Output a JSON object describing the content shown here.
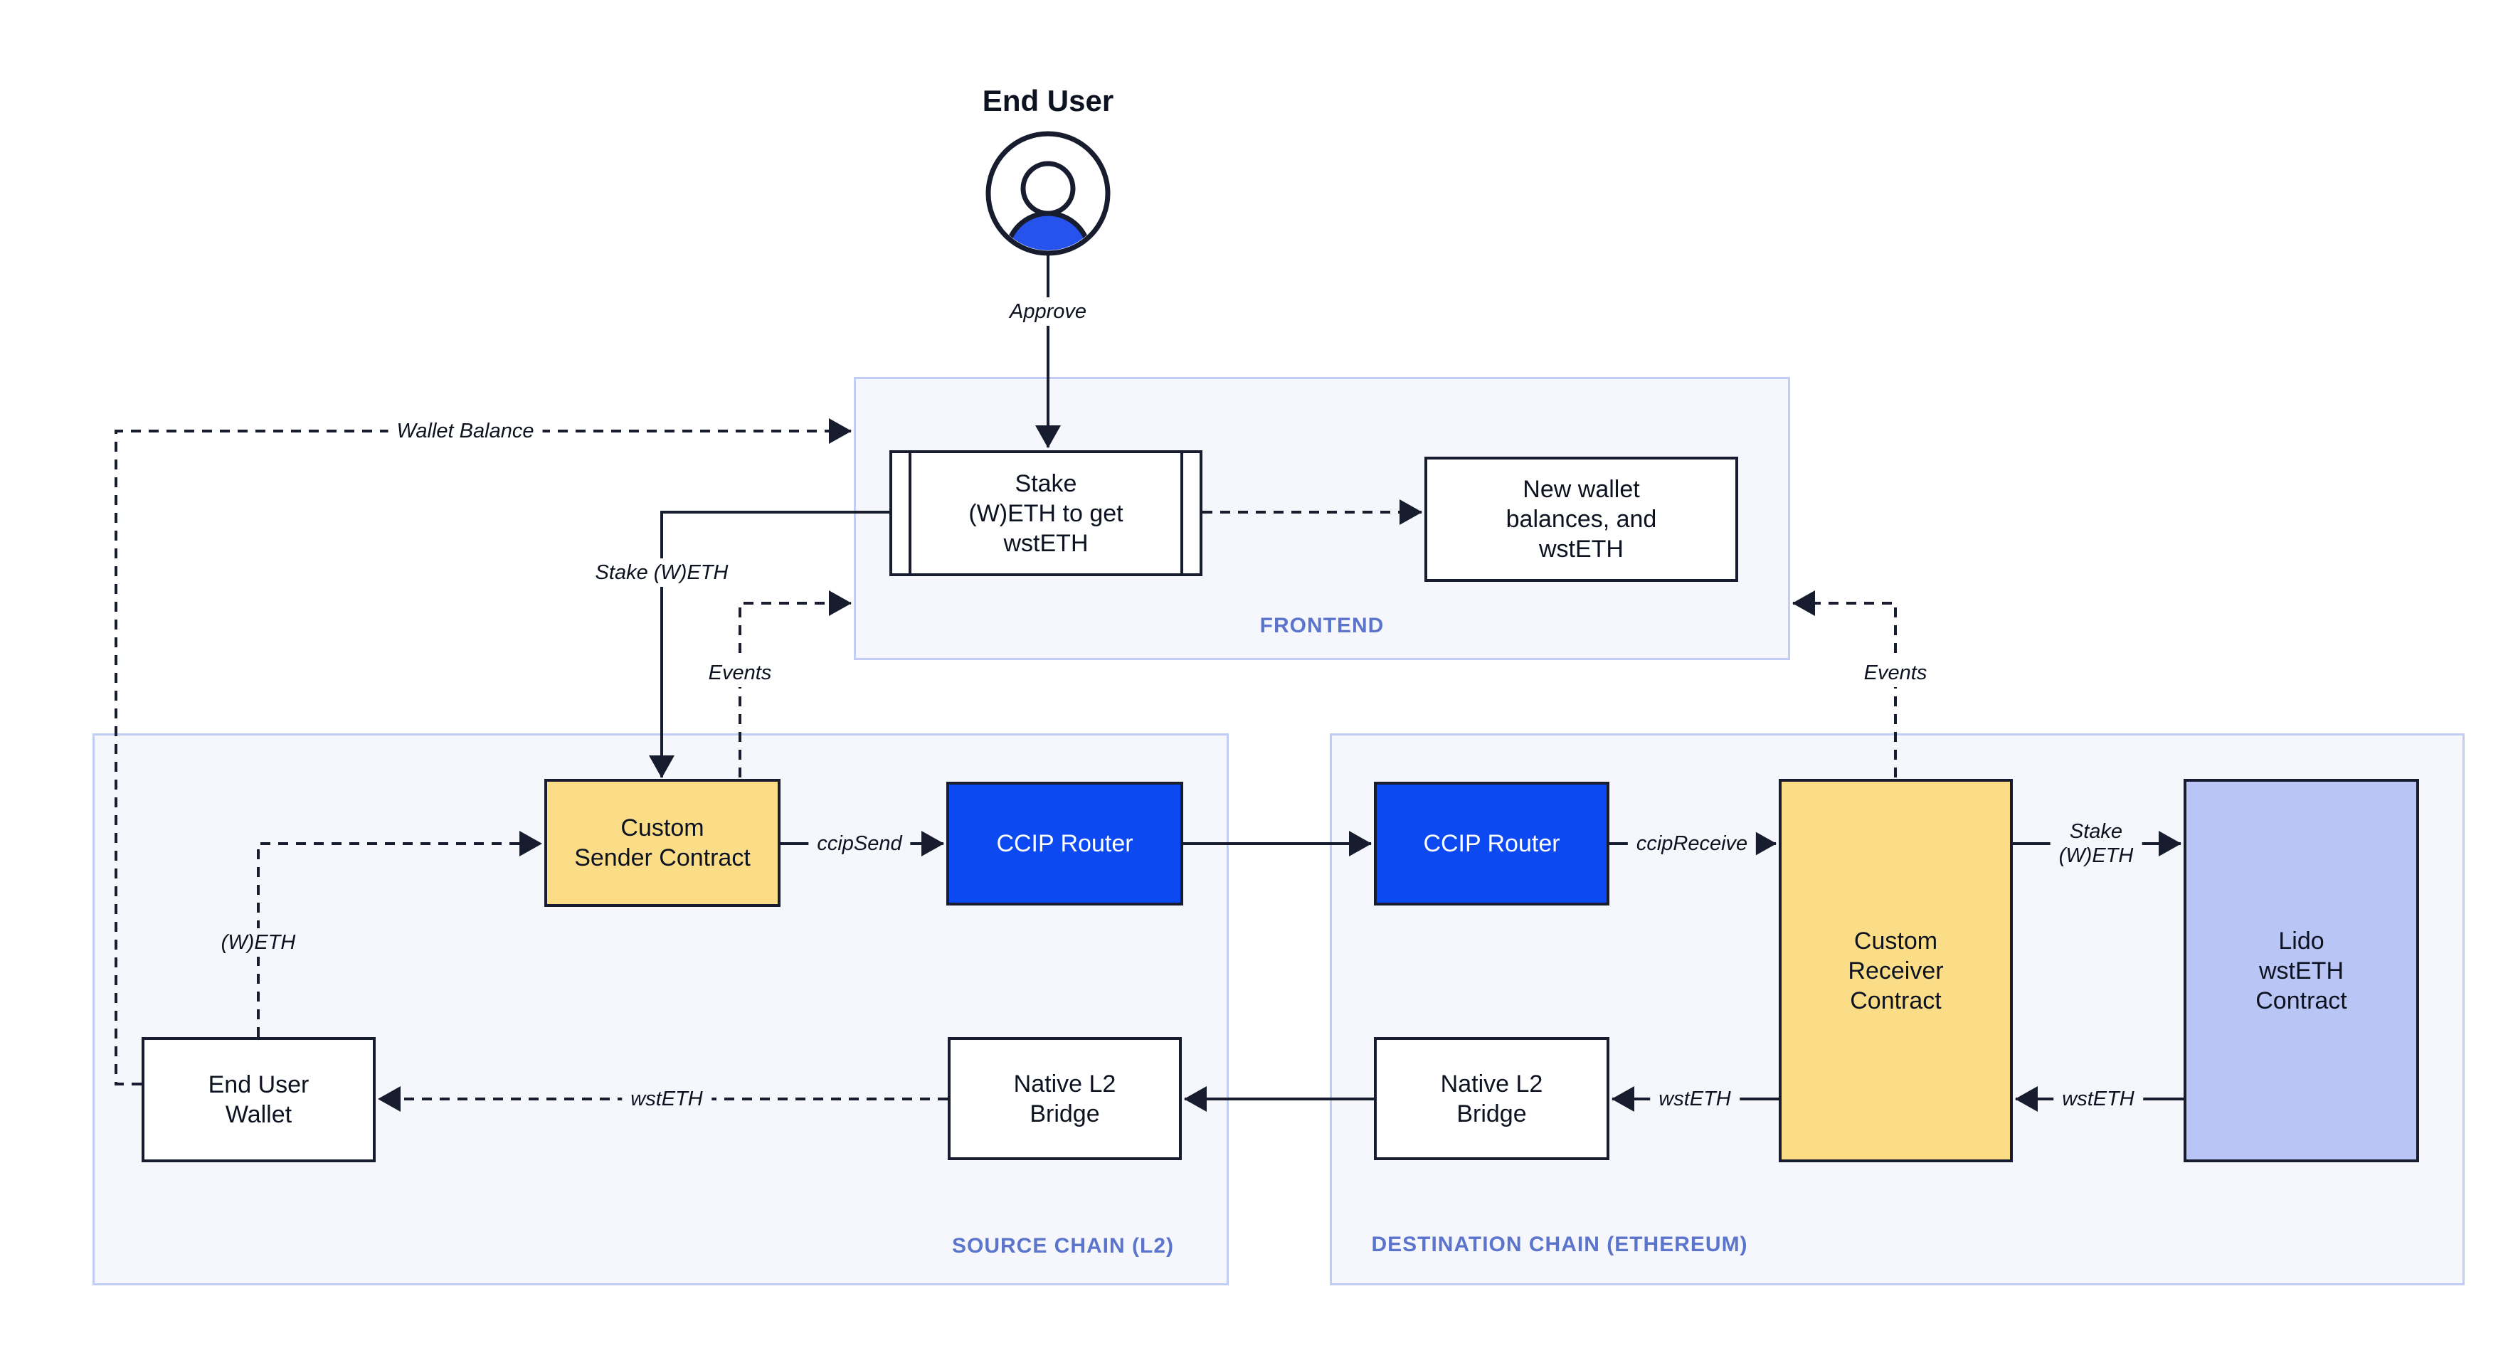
{
  "actor": {
    "title": "End User"
  },
  "containers": {
    "frontend": {
      "label": "FRONTEND"
    },
    "source": {
      "label": "SOURCE CHAIN (L2)"
    },
    "destination": {
      "label": "DESTINATION CHAIN (ETHEREUM)"
    }
  },
  "nodes": {
    "stake_box": {
      "text": "Stake\n(W)ETH to get\nwstETH"
    },
    "new_wallet": {
      "text": "New wallet\nbalances, and\nwstETH"
    },
    "custom_sender": {
      "text": "Custom\nSender Contract"
    },
    "ccip_router_source": {
      "text": "CCIP Router"
    },
    "end_user_wallet": {
      "text": "End User\nWallet"
    },
    "native_bridge_source": {
      "text": "Native L2\nBridge"
    },
    "ccip_router_destination": {
      "text": "CCIP Router"
    },
    "custom_receiver": {
      "text": "Custom\nReceiver\nContract"
    },
    "lido_contract": {
      "text": "Lido\nwstETH\nContract"
    },
    "native_bridge_destination": {
      "text": "Native L2\nBridge"
    }
  },
  "edges": {
    "approve": {
      "label": "Approve"
    },
    "wallet_balance": {
      "label": "Wallet Balance"
    },
    "stake_weth": {
      "label": "Stake (W)ETH"
    },
    "events_left": {
      "label": "Events"
    },
    "events_right": {
      "label": "Events"
    },
    "ccip_send": {
      "label": "ccipSend"
    },
    "ccip_receive": {
      "label": "ccipReceive"
    },
    "weth": {
      "label": "(W)ETH"
    },
    "wsteth_bridge_to_wallet": {
      "label": "wstETH"
    },
    "stake_weth_right": {
      "label": "Stake\n(W)ETH"
    },
    "wsteth_lido_to_receiver": {
      "label": "wstETH"
    },
    "wsteth_receiver_to_bridge": {
      "label": "wstETH"
    }
  },
  "colors": {
    "dark": "#171d2e",
    "primary_blue": "#0d49f0",
    "icon_blue": "#2553eb",
    "node_yellow": "#fbdd88",
    "node_periwinkle": "#b9c5f4",
    "container_fill": "#f6f7fc",
    "container_border": "#c2cdf5",
    "section_label_blue": "#5b74cc"
  }
}
